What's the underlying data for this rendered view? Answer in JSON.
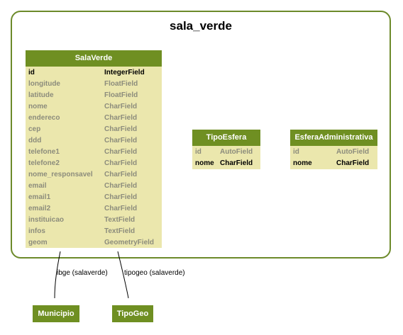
{
  "cluster": {
    "title": "sala_verde"
  },
  "models": {
    "salaverde": {
      "name": "SalaVerde",
      "fields": [
        {
          "name": "id",
          "type": "IntegerField",
          "key": true
        },
        {
          "name": "longitude",
          "type": "FloatField",
          "key": false
        },
        {
          "name": "latitude",
          "type": "FloatField",
          "key": false
        },
        {
          "name": "nome",
          "type": "CharField",
          "key": false
        },
        {
          "name": "endereco",
          "type": "CharField",
          "key": false
        },
        {
          "name": "cep",
          "type": "CharField",
          "key": false
        },
        {
          "name": "ddd",
          "type": "CharField",
          "key": false
        },
        {
          "name": "telefone1",
          "type": "CharField",
          "key": false
        },
        {
          "name": "telefone2",
          "type": "CharField",
          "key": false
        },
        {
          "name": "nome_responsavel",
          "type": "CharField",
          "key": false
        },
        {
          "name": "email",
          "type": "CharField",
          "key": false
        },
        {
          "name": "email1",
          "type": "CharField",
          "key": false
        },
        {
          "name": "email2",
          "type": "CharField",
          "key": false
        },
        {
          "name": "instituicao",
          "type": "TextField",
          "key": false
        },
        {
          "name": "infos",
          "type": "TextField",
          "key": false
        },
        {
          "name": "geom",
          "type": "GeometryField",
          "key": false
        }
      ]
    },
    "tipoesfera": {
      "name": "TipoEsfera",
      "fields": [
        {
          "name": "id",
          "type": "AutoField",
          "key": false
        },
        {
          "name": "nome",
          "type": "CharField",
          "key": true
        }
      ]
    },
    "esferaadministrativa": {
      "name": "EsferaAdministrativa",
      "fields": [
        {
          "name": "id",
          "type": "AutoField",
          "key": false
        },
        {
          "name": "nome",
          "type": "CharField",
          "key": true
        }
      ]
    },
    "municipio": {
      "name": "Municipio"
    },
    "tipogeo": {
      "name": "TipoGeo"
    }
  },
  "edges": {
    "ibge": {
      "label": "ibge (salaverde)"
    },
    "tipogeo": {
      "label": "tipogeo (salaverde)"
    }
  }
}
